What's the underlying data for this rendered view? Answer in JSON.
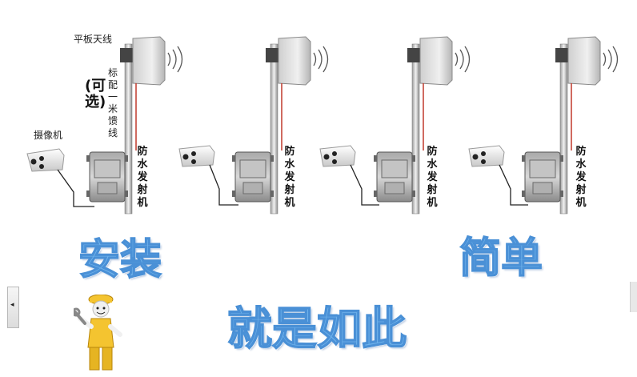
{
  "labels": {
    "panel_antenna": "平板天线",
    "camera": "摄像机",
    "feeder_cable": "标配一米馈线",
    "optional": "(可选)",
    "transmitter": "防水发射机"
  },
  "slogan": {
    "word1": "安装",
    "word2": "简单",
    "line2": "就是如此"
  },
  "controls": {
    "left_arrow": "◂"
  },
  "colors": {
    "slogan_fill": "#6fb3ec",
    "slogan_stroke": "#4a90d6",
    "feeder_cable": "#c0392b"
  }
}
